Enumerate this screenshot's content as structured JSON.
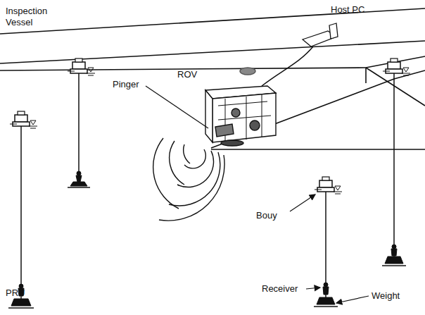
{
  "diagram": {
    "labels": [
      "Host PC",
      "Inspection Vessel",
      "ROV",
      "Pinger",
      "Bouy",
      "PRU",
      "Receiver",
      "Weight"
    ]
  }
}
